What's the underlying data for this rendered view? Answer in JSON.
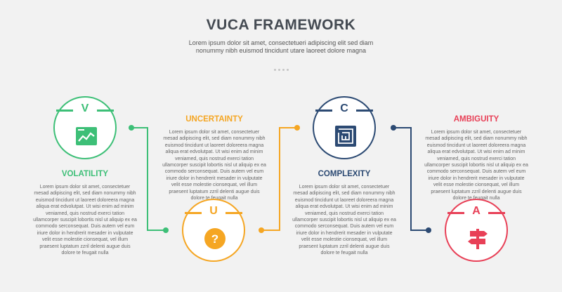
{
  "header": {
    "title": "VUCA FRAMEWORK",
    "subtitle": "Lorem ipsum dolor sit amet, consectetueri adipiscing elit sed diam nonummy nibh euismod tincidunt utare laoreet dolore magna"
  },
  "colors": {
    "volatility": "#3dbf77",
    "uncertainty": "#f5a623",
    "complexity": "#2c4a73",
    "ambiguity": "#e84057"
  },
  "items": [
    {
      "letter": "V",
      "heading": "VOLATILITY",
      "icon": "chart-monitor-icon",
      "text": "Lorem ipsum dolor sit amet, consectetuer mesad adipiscing elit, sed diam nonummy nibh euismod tincidunt ut laoreet doloreera magna aliqua erat edvolutpat. Ut wisi enim ad minim veniamed, quis nostrud exerci tation ullamcorper suscipit lobortis nisl ut aliquip ex ea commodo serconsequat. Duis autem vel eum iriure dolor in hendrerit mesader in vulputate velit esse molestie cionsequat, vel illum praesent luptatum zzril delenti augue duis dolore te feugait nulla"
    },
    {
      "letter": "U",
      "heading": "UNCERTAINTY",
      "icon": "question-icon",
      "text": "Lorem ipsum dolor sit amet, consectetuer mesad adipiscing elit, sed diam nonummy nibh euismod tincidunt ut laoreet doloreera magna aliqua erat edvolutpat. Ut wisi enim ad minim veniamed, quis nostrud exerci tation ullamcorper suscipit lobortis nisl ut aliquip ex ea commodo serconsequat. Duis autem vel eum iriure dolor in hendrerit mesader in vulputate velit esse molestie cionsequat, vel illum praesent luptatum zzril delenti augue duis dolore te feugait nulla"
    },
    {
      "letter": "C",
      "heading": "COMPLEXITY",
      "icon": "maze-icon",
      "text": "Lorem ipsum dolor sit amet, consectetuer mesad adipiscing elit, sed diam nonummy nibh euismod tincidunt ut laoreet doloreera magna aliqua erat edvolutpat. Ut wisi enim ad minim veniamed, quis nostrud exerci tation ullamcorper suscipit lobortis nisl ut aliquip ex ea commodo serconsequat. Duis autem vel eum iriure dolor in hendrerit mesader in vulputate velit esse molestie cionsequat, vel illum praesent luptatum zzril delenti augue duis dolore te feugait nulla"
    },
    {
      "letter": "A",
      "heading": "AMBIGUITY",
      "icon": "signpost-icon",
      "text": "Lorem ipsum dolor sit amet, consectetuer mesad adipiscing elit, sed diam nonummy nibh euismod tincidunt ut laoreet doloreera magna aliqua erat edvolutpat. Ut wisi enim ad minim veniamed, quis nostrud exerci tation ullamcorper suscipit lobortis nisl ut aliquip ex ea commodo serconsequat. Duis autem vel eum iriure dolor in hendrerit mesader in vulputate velit esse molestie cionsequat, vel illum praesent luptatum zzril delenti augue duis dolore te feugait nulla"
    }
  ]
}
